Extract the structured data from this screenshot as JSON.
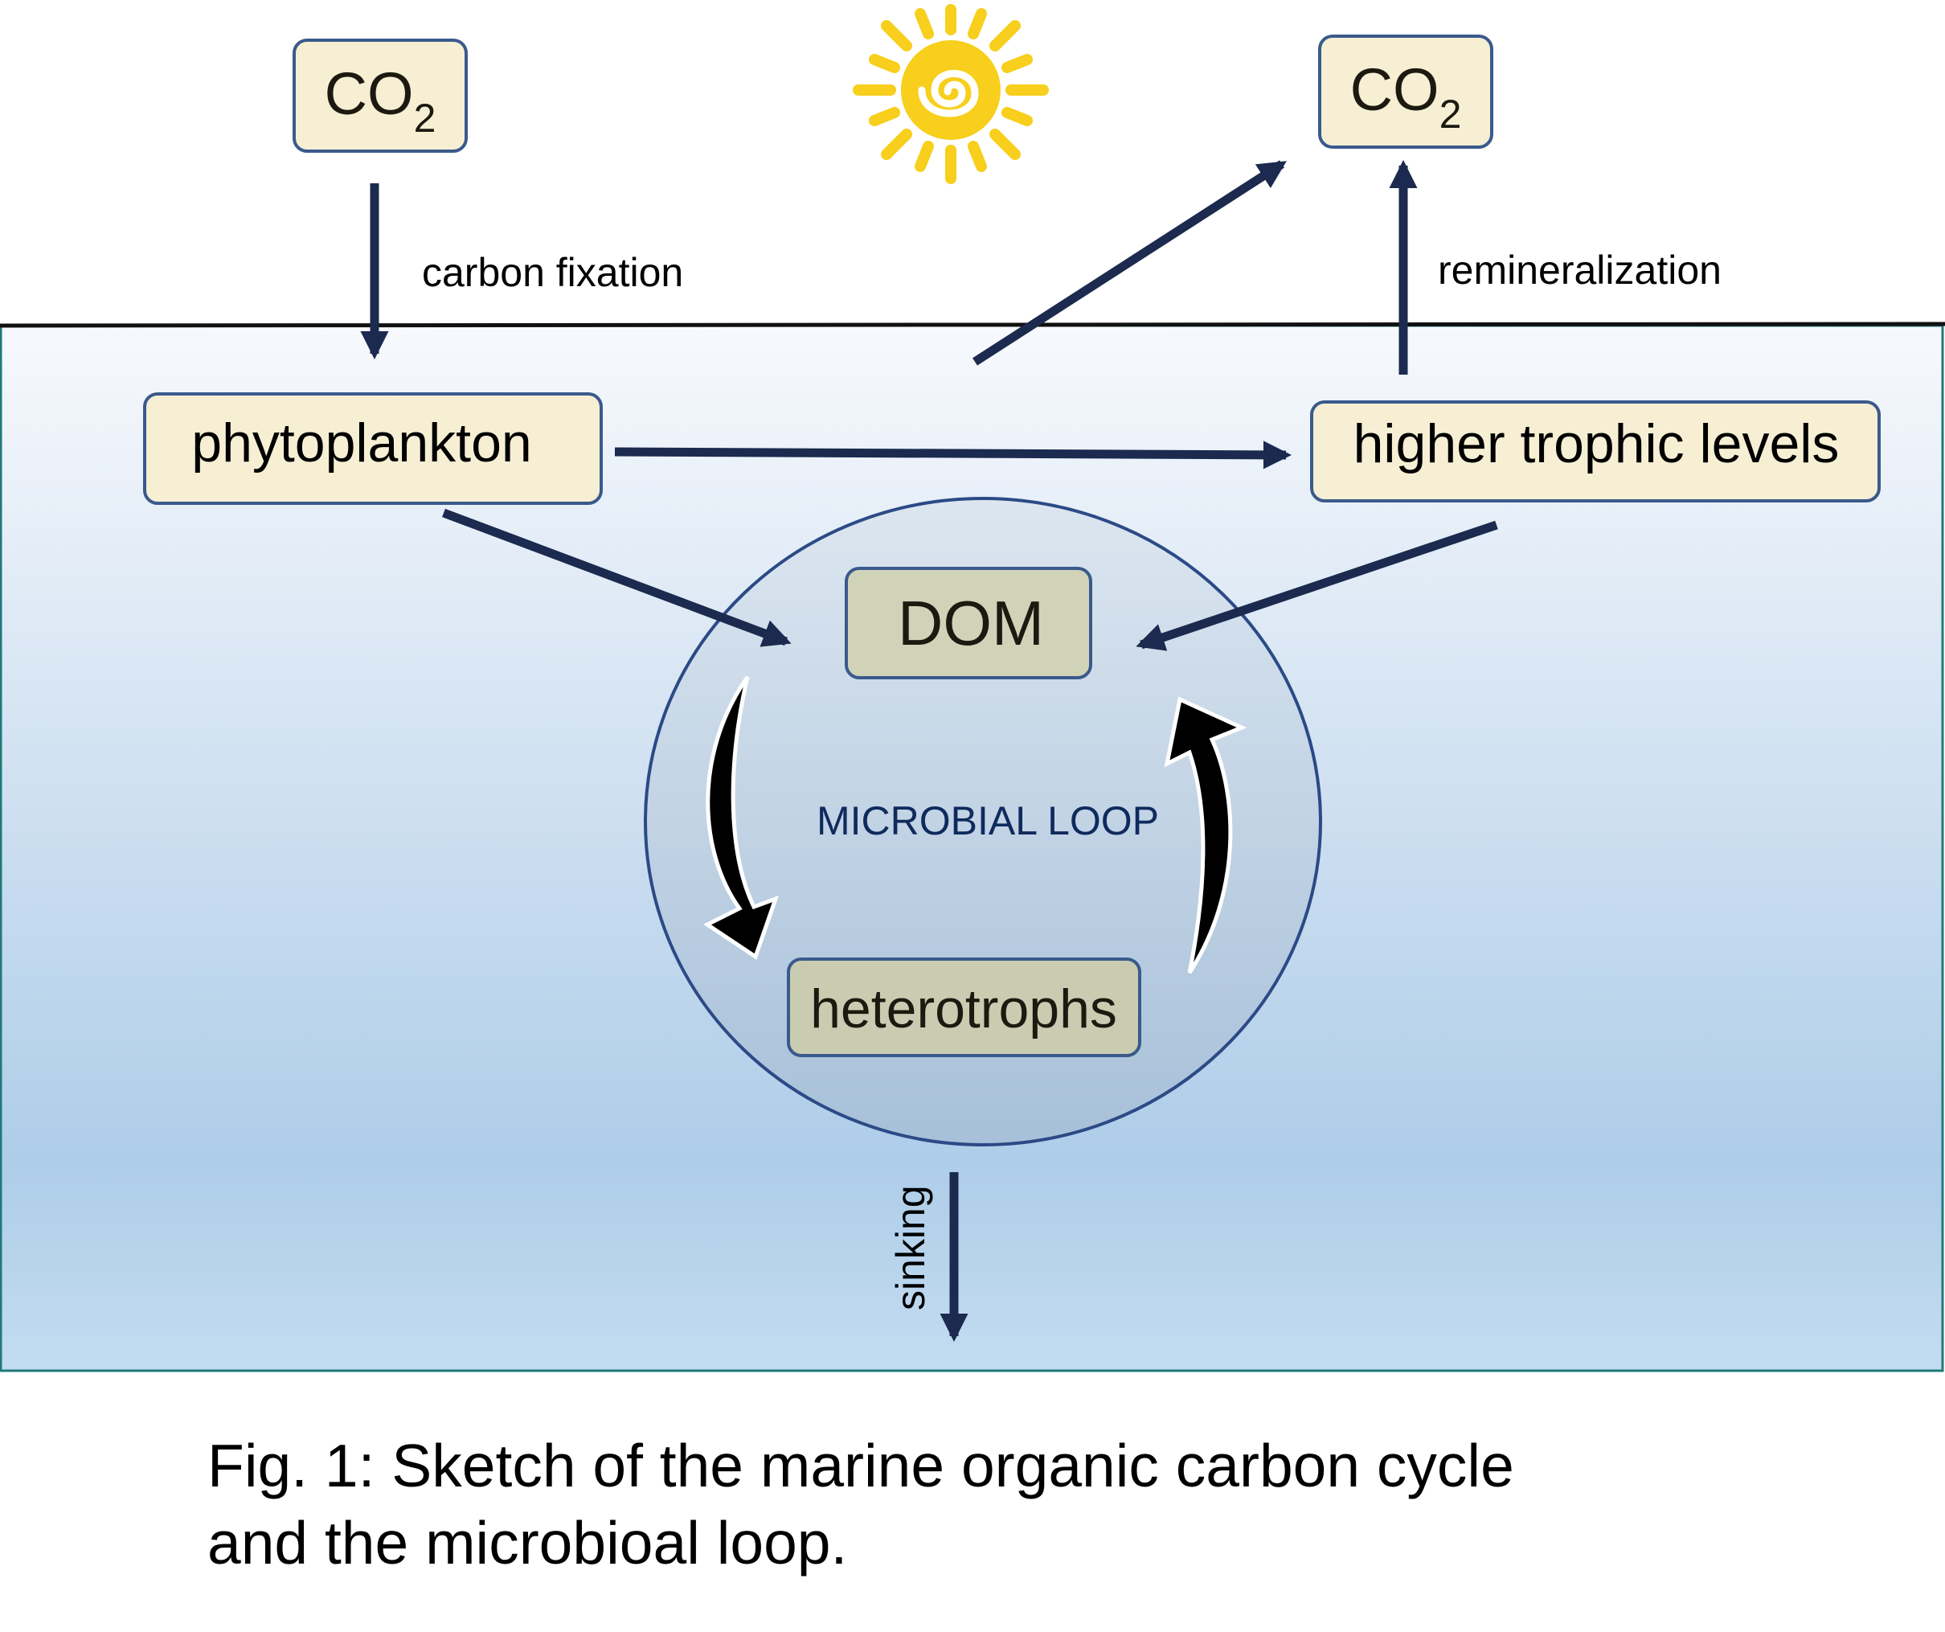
{
  "nodes": {
    "co2_left": {
      "main": "CO",
      "sub": "2"
    },
    "co2_right": {
      "main": "CO",
      "sub": "2"
    },
    "phytoplankton": "phytoplankton",
    "higher_trophic": "higher trophic levels",
    "dom": "DOM",
    "heterotrophs": "heterotrophs"
  },
  "labels": {
    "carbon_fixation": "carbon fixation",
    "remineralization": "remineralization",
    "microbial_loop": "MICROBIAL LOOP",
    "sinking": "sinking"
  },
  "caption": {
    "line1": "Fig. 1: Sketch of the marine organic carbon cycle",
    "line2": "and the microbioal loop."
  },
  "icons": {
    "sun": "sun-icon"
  },
  "colors": {
    "arrow": "#1b2a4e",
    "box_fill": "#f6efd4",
    "box_stroke": "#3a5a8c",
    "inner_box_fill": "#d0d3b8",
    "loop_text": "#0f2a5c",
    "sun": "#f7cf1c"
  }
}
